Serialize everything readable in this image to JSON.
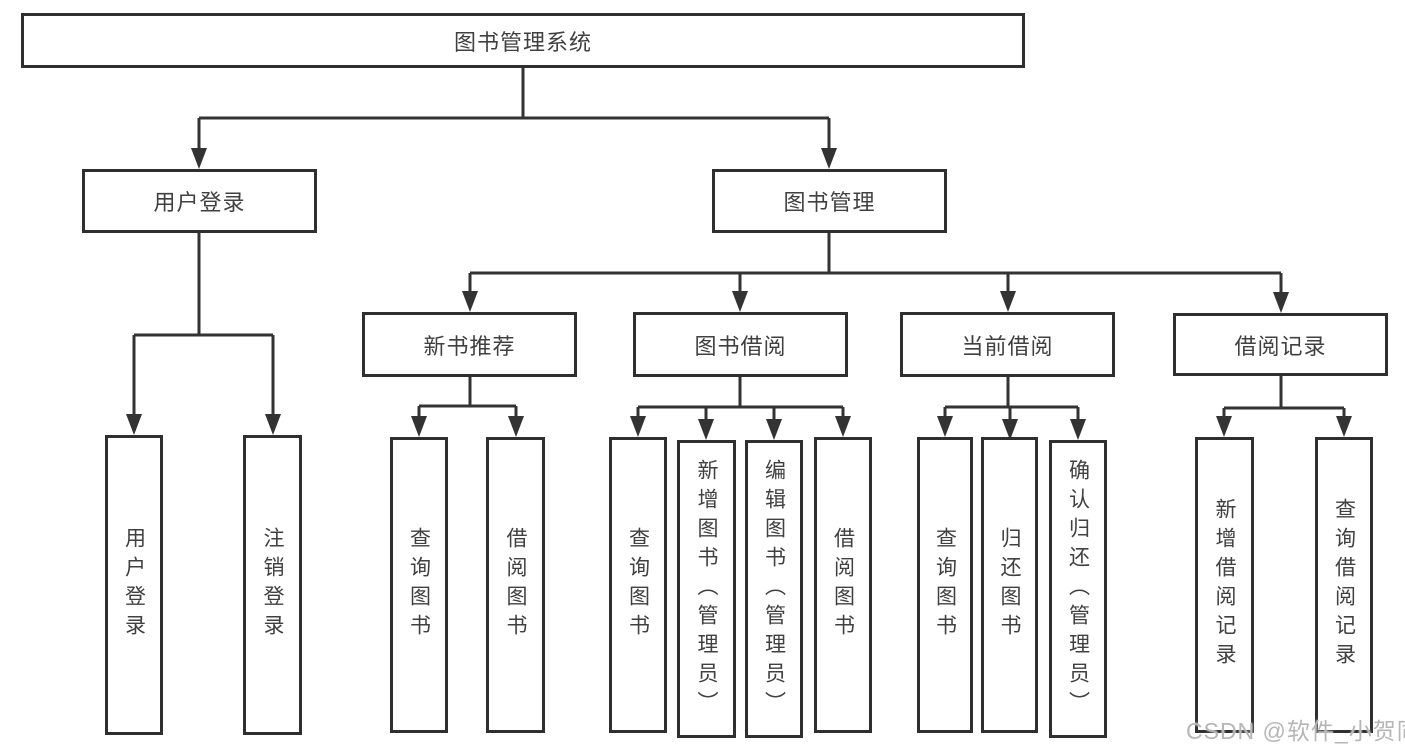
{
  "title": {
    "label": "图书管理系统"
  },
  "level2": {
    "user_login": {
      "label": "用户登录"
    },
    "book_mgmt": {
      "label": "图书管理"
    }
  },
  "level3": {
    "new_books": {
      "label": "新书推荐"
    },
    "book_borrow": {
      "label": "图书借阅"
    },
    "current_borrow": {
      "label": "当前借阅"
    },
    "borrow_records": {
      "label": "借阅记录"
    }
  },
  "leaves": {
    "user_login": {
      "login": "用户登录",
      "logout": "注销登录"
    },
    "new_books": {
      "query": "查询图书",
      "borrow": "借阅图书"
    },
    "book_borrow": {
      "query": "查询图书",
      "add": "新增图书（管理员）",
      "edit": "编辑图书（管理员）",
      "borrow": "借阅图书"
    },
    "current_borrow": {
      "query": "查询图书",
      "return": "归还图书",
      "confirm": "确认归还（管理员）"
    },
    "borrow_records": {
      "add": "新增借阅记录",
      "query": "查询借阅记录"
    }
  },
  "watermark": {
    "text": "CSDN @软件_小贺同学"
  },
  "colors": {
    "line": "#333333",
    "box_border": "#2f2f2f",
    "text": "#404040",
    "watermark": "#b6b6b6",
    "background": "#ffffff"
  }
}
